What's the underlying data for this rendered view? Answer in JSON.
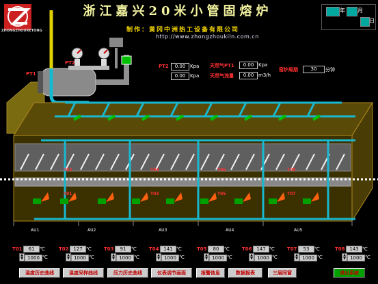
{
  "header": {
    "title": "浙江嘉兴20米小管固熔炉",
    "maker_label": "制作：黄冈中洲热工设备有限公司",
    "url": "http://www.zhongzhoukiln.com.cn",
    "brand": "ZHONGZHOURETONG"
  },
  "date": {
    "year_label": "年",
    "month_label": "月",
    "day_label": "日"
  },
  "process": {
    "pt1": {
      "label": "PT1"
    },
    "pt2": {
      "label": "PT2"
    },
    "pt2_value": {
      "label": "PT2",
      "value": "0.00",
      "unit": "Kpa"
    },
    "unnamed_value": {
      "value": "0.00",
      "unit": "Kpa"
    },
    "gas_pt1": {
      "label": "天然气PT1",
      "value": "0.00",
      "unit": "Kpa"
    },
    "gas_flow": {
      "label": "天然气流量",
      "value": "0.00",
      "unit": "m3/h"
    },
    "cycle": {
      "label": "窑炉周期",
      "value": "30",
      "unit": "分钟"
    }
  },
  "points": [
    "T02",
    "T04",
    "T06",
    "T08",
    "T01",
    "T03",
    "T05",
    "T07"
  ],
  "zones": [
    "AU1",
    "AU2",
    "AU3",
    "AU4",
    "AU5"
  ],
  "readouts": [
    {
      "id": "T01",
      "value": "61",
      "setpoint": "1000",
      "unit": "℃"
    },
    {
      "id": "T02",
      "value": "127",
      "setpoint": "1000",
      "unit": "℃"
    },
    {
      "id": "T03",
      "value": "91",
      "setpoint": "1000",
      "unit": "℃"
    },
    {
      "id": "T04",
      "value": "141",
      "setpoint": "1000",
      "unit": "℃"
    },
    {
      "id": "T05",
      "value": "80",
      "setpoint": "1000",
      "unit": "℃"
    },
    {
      "id": "T06",
      "value": "147",
      "setpoint": "1000",
      "unit": "℃"
    },
    {
      "id": "T07",
      "value": "53",
      "setpoint": "1000",
      "unit": "℃"
    },
    {
      "id": "T08",
      "value": "143",
      "setpoint": "1000",
      "unit": "℃"
    }
  ],
  "buttons": [
    "温度历史曲线",
    "温度采样曲线",
    "压力历史曲线",
    "仪表调节画面",
    "报警信息",
    "数据报表",
    "三层同窗",
    "退出系统"
  ],
  "colors": {
    "pipe_blue": "#18b8d0",
    "pipe_yellow": "#e0d000",
    "kiln_brown": "#8a6a10",
    "valve_green": "#00c000",
    "flame": "#ff6010"
  }
}
